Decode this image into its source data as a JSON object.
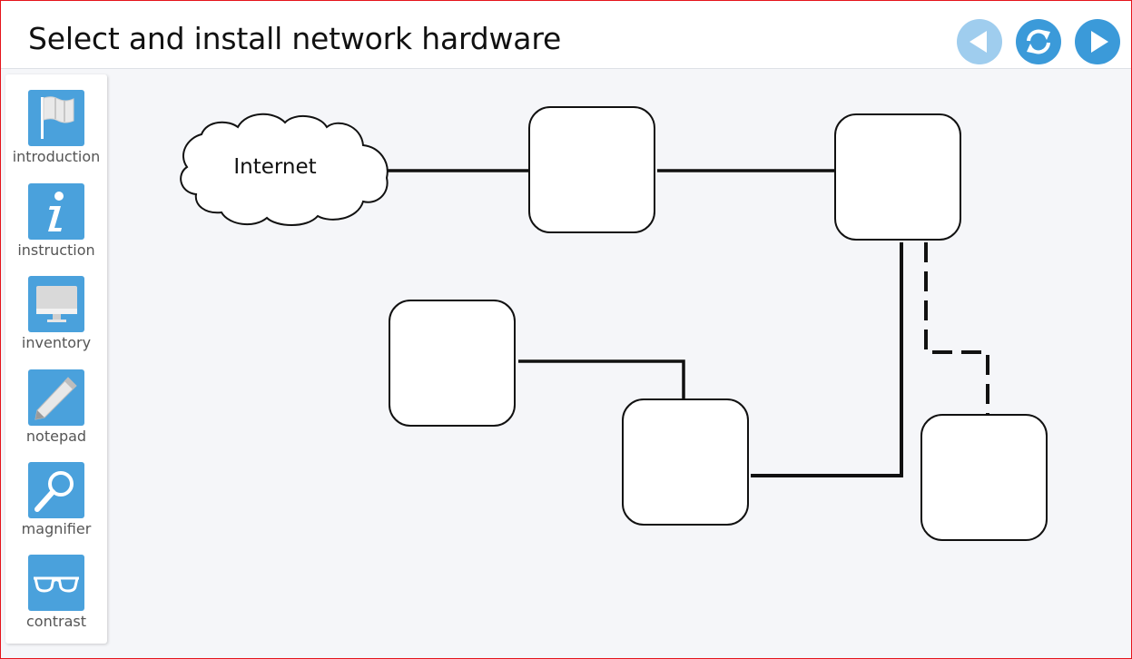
{
  "header": {
    "title": "Select and install network hardware"
  },
  "nav": {
    "back": {
      "icon": "arrow-left-icon",
      "enabled": false
    },
    "reset": {
      "icon": "refresh-icon",
      "enabled": true
    },
    "next": {
      "icon": "arrow-right-icon",
      "enabled": true
    }
  },
  "toolbar": {
    "items": [
      {
        "label": "introduction",
        "icon": "flag-icon"
      },
      {
        "label": "instruction",
        "icon": "info-icon"
      },
      {
        "label": "inventory",
        "icon": "monitor-icon"
      },
      {
        "label": "notepad",
        "icon": "pencil-icon"
      },
      {
        "label": "magnifier",
        "icon": "magnifier-icon"
      },
      {
        "label": "contrast",
        "icon": "glasses-icon"
      }
    ]
  },
  "diagram": {
    "cloud_label": "Internet",
    "slots": [
      "slot-1",
      "slot-2",
      "slot-3",
      "slot-4",
      "slot-5",
      "slot-6"
    ]
  },
  "colors": {
    "accent": "#4aa1dc",
    "nav_enabled": "#3b9ad9",
    "nav_disabled": "#9fcdee",
    "frame_border": "#e5141b",
    "canvas_bg": "#f5f6f9"
  }
}
